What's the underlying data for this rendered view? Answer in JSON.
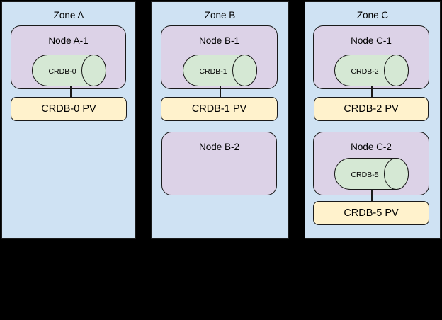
{
  "colors": {
    "background": "#000000",
    "zone_fill": "#cfe2f3",
    "node_fill": "#dcd2e7",
    "database_fill": "#d5e8d4",
    "pv_fill": "#fff2cc",
    "stroke": "#1a1a1a"
  },
  "zones": [
    {
      "label": "Zone A",
      "nodes": [
        {
          "label": "Node A-1",
          "database": "CRDB-0",
          "pv": "CRDB-0 PV"
        }
      ]
    },
    {
      "label": "Zone B",
      "nodes": [
        {
          "label": "Node B-1",
          "database": "CRDB-1",
          "pv": "CRDB-1 PV"
        },
        {
          "label": "Node B-2"
        }
      ]
    },
    {
      "label": "Zone C",
      "nodes": [
        {
          "label": "Node C-1",
          "database": "CRDB-2",
          "pv": "CRDB-2 PV"
        },
        {
          "label": "Node C-2",
          "database": "CRDB-5",
          "pv": "CRDB-5 PV"
        }
      ]
    }
  ]
}
